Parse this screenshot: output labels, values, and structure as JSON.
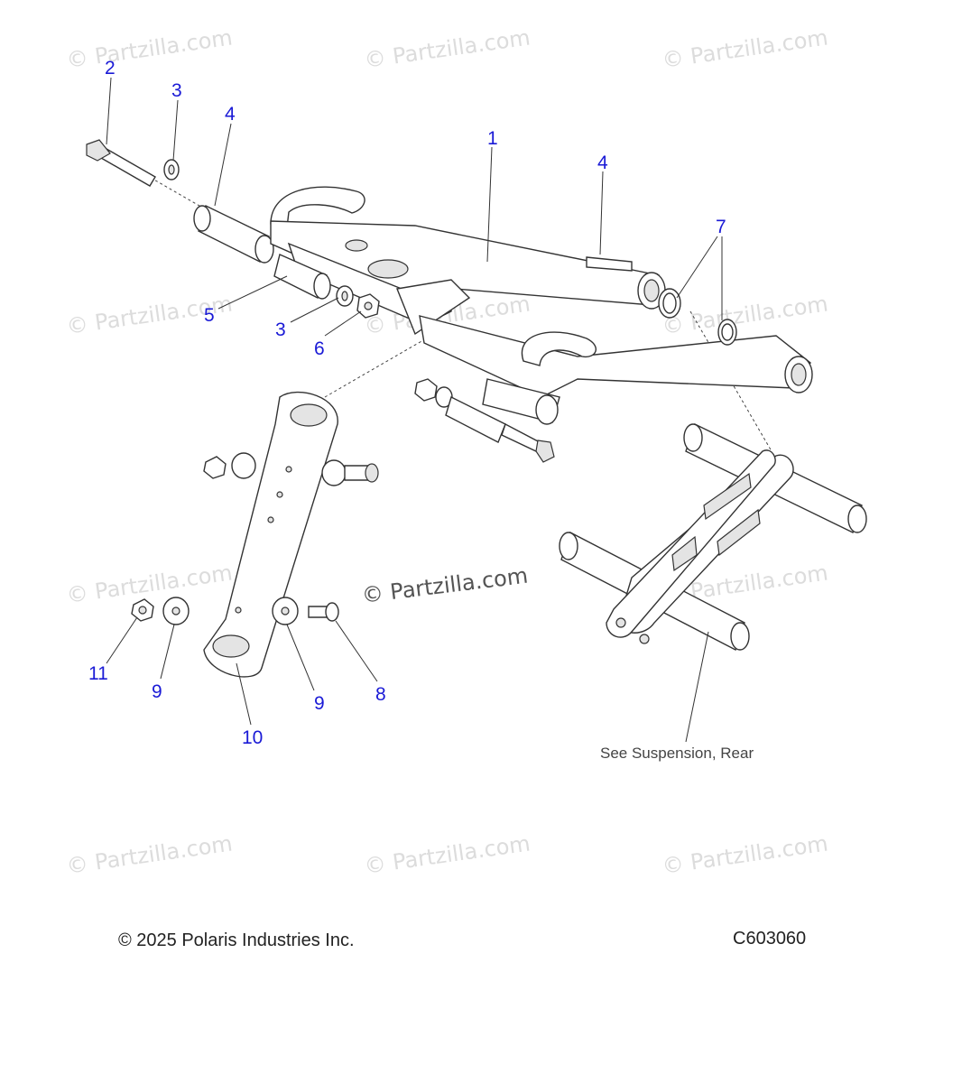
{
  "watermark": "© Partzilla.com",
  "center_watermark": "© Partzilla.com",
  "callouts": {
    "c1": "1",
    "c2": "2",
    "c3a": "3",
    "c3b": "3",
    "c4a": "4",
    "c4b": "4",
    "c5": "5",
    "c6": "6",
    "c7": "7",
    "c8": "8",
    "c9a": "9",
    "c9b": "9",
    "c10": "10",
    "c11": "11"
  },
  "reference_note": "See Suspension, Rear",
  "footer": {
    "copyright": "© 2025 Polaris Industries Inc.",
    "diagram_code": "C603060"
  },
  "colors": {
    "callout": "#1a1ad6",
    "outline": "#333333",
    "watermark": "#dcdcdc"
  }
}
